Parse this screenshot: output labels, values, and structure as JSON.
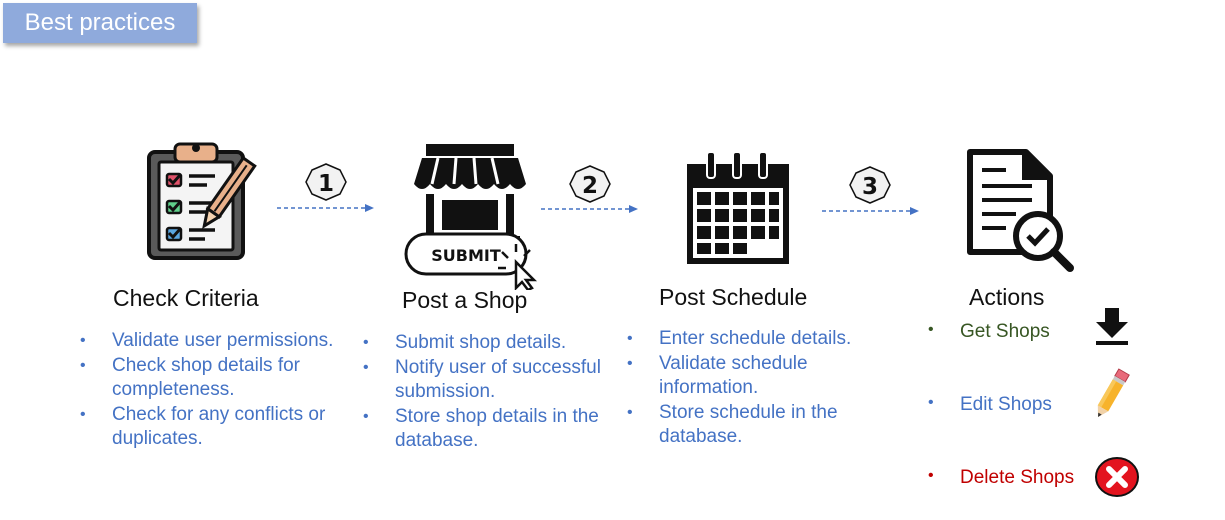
{
  "header": {
    "title": "Best practices"
  },
  "steps": [
    {
      "title": "Check Criteria",
      "icon": "clipboard-checklist-icon",
      "bullets": [
        "Validate user permissions.",
        "Check shop details for completeness.",
        "Check for any conflicts or duplicates."
      ]
    },
    {
      "title": "Post a Shop",
      "icon": "shop-submit-icon",
      "submit_label": "SUBMIT",
      "bullets": [
        "Submit shop details.",
        "Notify user of successful submission.",
        "Store shop details in the database."
      ]
    },
    {
      "title": "Post Schedule",
      "icon": "calendar-icon",
      "bullets": [
        "Enter schedule details.",
        "Validate schedule information.",
        "Store schedule in the database."
      ]
    },
    {
      "title": "Actions",
      "icon": "document-search-icon"
    }
  ],
  "connectors": [
    {
      "number": "1"
    },
    {
      "number": "2"
    },
    {
      "number": "3"
    }
  ],
  "actions": [
    {
      "label": "Get Shops",
      "color": "#375623",
      "icon": "download-icon"
    },
    {
      "label": "Edit Shops",
      "color": "#4472c4",
      "icon": "pencil-icon"
    },
    {
      "label": "Delete Shops",
      "color": "#c00000",
      "icon": "delete-x-icon"
    }
  ],
  "colors": {
    "accent": "#4472c4",
    "title_bg": "#8faadc"
  }
}
